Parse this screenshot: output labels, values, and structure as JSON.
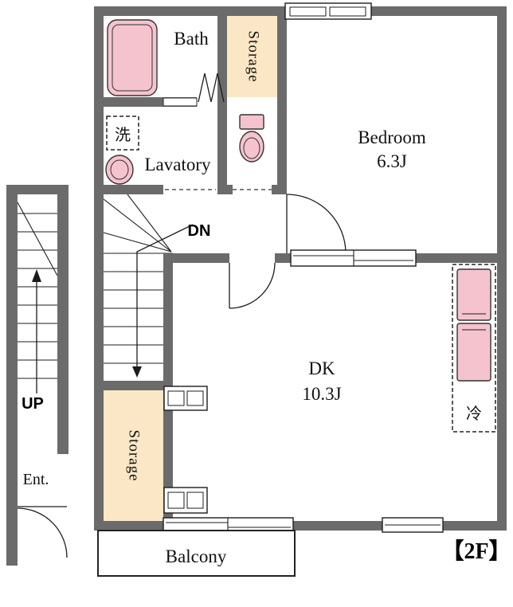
{
  "floor": {
    "label": "【2F】"
  },
  "rooms": {
    "bath": {
      "name": "Bath"
    },
    "storage_top": {
      "name": "Storage"
    },
    "bedroom": {
      "name": "Bedroom",
      "size": "6.3J"
    },
    "lavatory": {
      "name": "Lavatory"
    },
    "dk": {
      "name": "DK",
      "size": "10.3J"
    },
    "storage_bottom": {
      "name": "Storage"
    },
    "balcony": {
      "name": "Balcony"
    }
  },
  "fixtures": {
    "washer_space": {
      "label": "洗"
    },
    "refrigerator": {
      "label": "冷"
    }
  },
  "stairs": {
    "down": {
      "label": "DN"
    },
    "up": {
      "label": "UP"
    }
  },
  "entrance": {
    "label": "Ent."
  },
  "icons": {
    "bathtub": "bathtub-icon",
    "toilet": "toilet-icon",
    "washbasin": "washbasin-icon",
    "washer_space": "washer-space-icon",
    "refrigerator": "refrigerator-icon",
    "stairs": "stairs-icon",
    "door_swing": "door-arc-icon",
    "window": "window-icon",
    "bifold_door": "bifold-door-icon"
  },
  "colors": {
    "wall": "#6b6b6b",
    "fixture_pink": "#f5c3ce",
    "storage_cream": "#fbe7c5",
    "line": "#1c1c1c"
  }
}
